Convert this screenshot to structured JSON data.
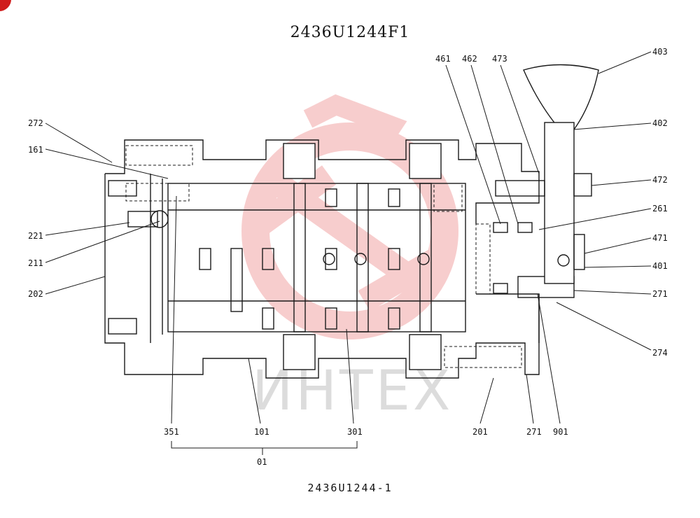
{
  "title": "2436U1244F1",
  "drawing_number": "2436U1244-1",
  "watermark_text": "ИНТЕХ",
  "colors": {
    "ink": "#1a1a1a",
    "watermark_red": "#f2a6a6",
    "watermark_gray": "#dcdcdc",
    "badge_red": "#d01c1c"
  },
  "callouts": {
    "c272a": "272",
    "c161": "161",
    "c221": "221",
    "c211": "211",
    "c202": "202",
    "c461": "461",
    "c462": "462",
    "c473": "473",
    "c403": "403",
    "c402": "402",
    "c472": "472",
    "c261": "261",
    "c471": "471",
    "c401": "401",
    "c271a": "271",
    "c274": "274",
    "c351": "351",
    "c101": "101",
    "c301": "301",
    "c01": "01",
    "c201": "201",
    "c271b": "271",
    "c901": "901"
  }
}
